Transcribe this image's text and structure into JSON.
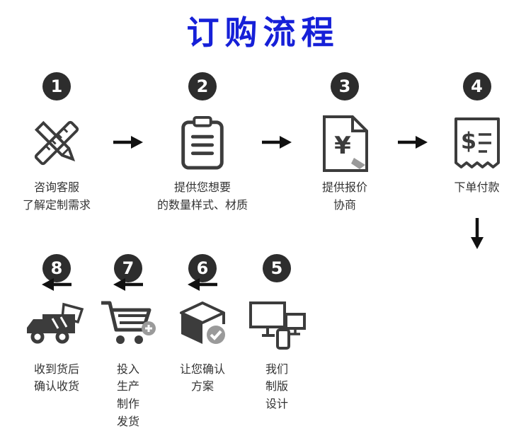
{
  "title": "订购流程",
  "colors": {
    "title_blue": "#1620d8",
    "circle_dark": "#2d2d2d",
    "icon_gray": "#3c3c3c",
    "accent_gray": "#9a9a9a",
    "arrow_black": "#111111",
    "text": "#333333",
    "background": "#ffffff"
  },
  "steps": [
    {
      "num": "1",
      "name": "consult-service",
      "icon": "pencil-ruler-icon",
      "lines": [
        "咨询客服",
        "了解定制需求"
      ]
    },
    {
      "num": "2",
      "name": "provide-specs",
      "icon": "clipboard-icon",
      "lines": [
        "提供您想要",
        "的数量样式、材质"
      ]
    },
    {
      "num": "3",
      "name": "quote-negotiate",
      "icon": "quote-document-icon",
      "lines": [
        "提供报价",
        "协商"
      ]
    },
    {
      "num": "4",
      "name": "order-payment",
      "icon": "payment-receipt-icon",
      "lines": [
        "下单付款"
      ]
    },
    {
      "num": "5",
      "name": "plate-design",
      "icon": "design-devices-icon",
      "lines": [
        "我们制版",
        "设计"
      ]
    },
    {
      "num": "6",
      "name": "confirm-plan",
      "icon": "confirm-box-icon",
      "lines": [
        "让您确认",
        "方案"
      ]
    },
    {
      "num": "7",
      "name": "production-ship",
      "icon": "production-cart-icon",
      "lines": [
        "投入",
        "生产制作发货"
      ]
    },
    {
      "num": "8",
      "name": "receive-goods",
      "icon": "delivery-truck-icon",
      "lines": [
        "收到货后",
        "确认收货"
      ]
    }
  ]
}
